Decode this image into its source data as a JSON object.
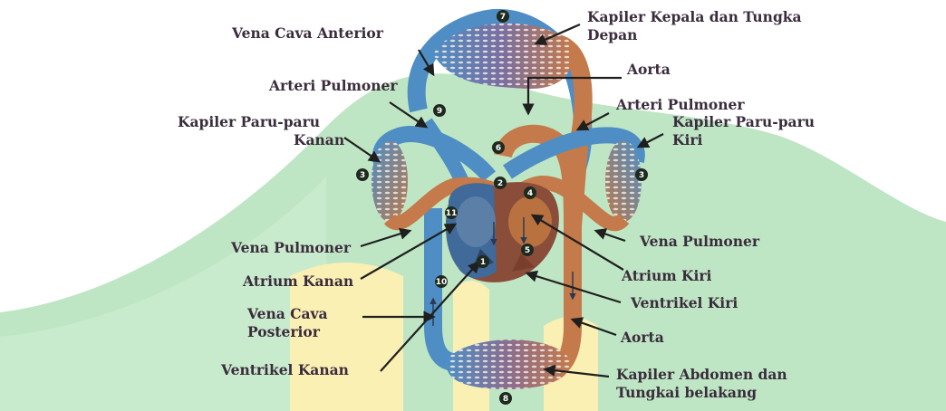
{
  "labels": {
    "vena_cava_anterior": "Vena Cava Anterior",
    "kapiler_kepala_1": "Kapiler Kepala dan Tungka",
    "kapiler_kepala_2": "Depan",
    "aorta_top": "Aorta",
    "arteri_pulmoner_left": "Arteri Pulmoner",
    "arteri_pulmoner_right": "Arteri Pulmoner",
    "kapiler_paru_kanan_1": "Kapiler Paru-paru",
    "kapiler_paru_kanan_2": "Kanan",
    "kapiler_paru_kiri_1": "Kapiler Paru-paru",
    "kapiler_paru_kiri_2": "Kiri",
    "vena_pulmoner_left": "Vena Pulmoner",
    "vena_pulmoner_right": "Vena Pulmoner",
    "atrium_kanan": "Atrium Kanan",
    "atrium_kiri": "Atrium Kiri",
    "ventrikel_kiri": "Ventrikel Kiri",
    "vena_cava_posterior_1": "Vena Cava",
    "vena_cava_posterior_2": "Posterior",
    "aorta_bottom": "Aorta",
    "ventrikel_kanan": "Ventrikel Kanan",
    "kapiler_abdomen_1": "Kapiler Abdomen dan",
    "kapiler_abdomen_2": "Tungkai belakang"
  },
  "markers": {
    "m1": "1",
    "m2": "2",
    "m3_left": "3",
    "m3_right": "3",
    "m4": "4",
    "m5": "5",
    "m6": "6",
    "m7": "7",
    "m8": "8",
    "m9": "9",
    "m10": "10",
    "m11": "11"
  },
  "colors": {
    "watermark_green": "#bfe6c4",
    "watermark_yellow": "#fbf0b4",
    "deoxygenated_blue": "#4a86b8",
    "oxygenated_brown": "#c07a48",
    "label_text": "#3a2c3c",
    "marker_fill": "#1e2a1e"
  }
}
